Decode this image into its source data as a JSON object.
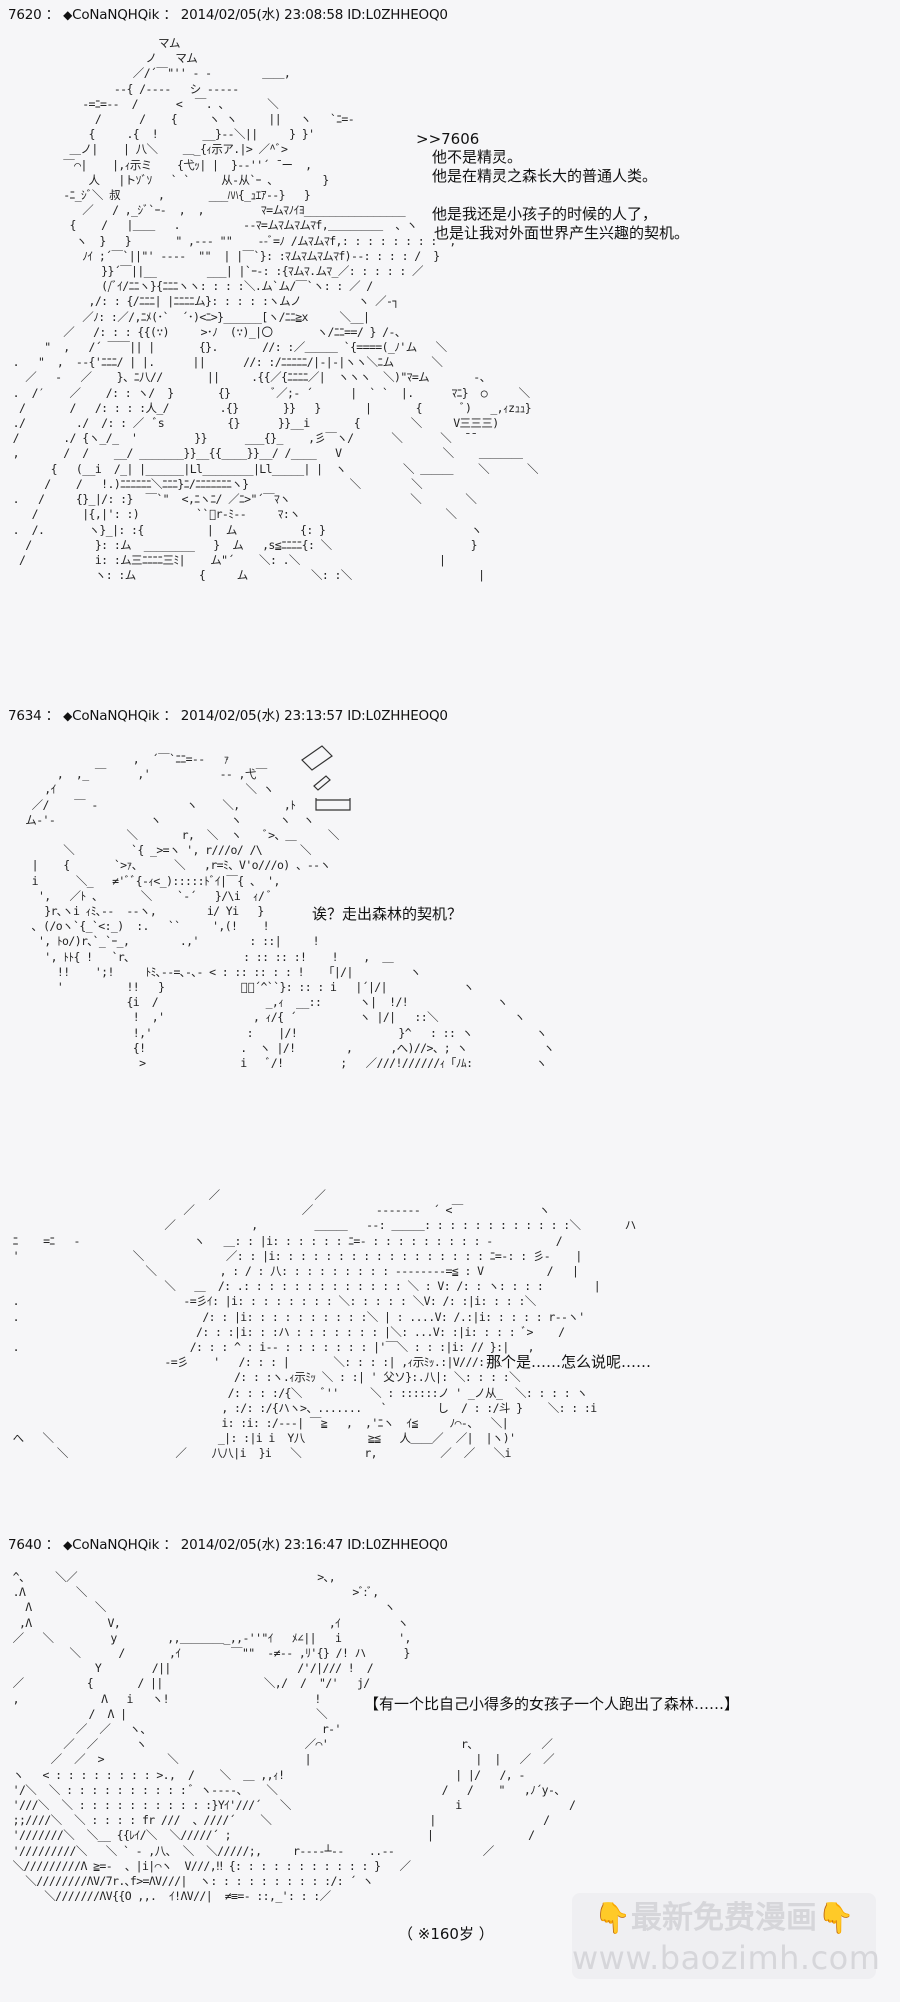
{
  "posts": [
    {
      "number": "7620",
      "separator": "：",
      "trip_marker": "◆",
      "author": "CoNaNQHQik",
      "date": "2014/02/05(水) 23:08:58",
      "id": "ID:L0ZHHEOQ0",
      "dialogue": [
        {
          "text": ">>7606",
          "reply_link": true
        },
        {
          "text": "他不是精灵。"
        },
        {
          "text": "他是在精灵之森长大的普通人类。"
        },
        {
          "text": ""
        },
        {
          "text": "他是我还是小孩子的时候的人了，"
        },
        {
          "text": "也是让我对外面世界产生兴趣的契机。"
        }
      ],
      "art": "                         マム\n                       ノ   マム\n                     ／/´￣\"'' - -        ＿＿,\n                  --{ /----   シ -‐--‐\n             -=ﾆ=--  /      <  ￣. 、      ＼\n               /      /    {     ヽ ヽ     ||   ヽ   `ﾆ=-\n              {     .{  !       __}-‐＼||     } }'\n           ＿ノ|    | 八＼    ＿_{ｨ示ア.|> ／^ﾞ>\n          ￣⌒|    |,ｨ示ミ    {弋ｯ| |  }-‐''´ ̄ ー  ,\n              人   |トｿﾞｿ   ` `     从-从`ｰ 、       }\n          -ﾆ_ｼﾞ＼ 叔      ,       ___ﾊﾊ{_ｭｴｱ--}   }\n             ／   / ,_ｼﾞ`ｰ-  ,  ,         ﾏ=ムﾏﾉｲﾖ________________\n           {    /   |＿＿   .          ‐‐ﾏ=ムﾏムﾏムﾏf,＿＿＿＿＿  、ヽ\n            ヽ  }   }       \" ,--- \"\"    ‐-ﾞ=ﾉ /ムﾏムﾏf,: : : : : : : :  ,\n             ﾉｲ ;´￣`||\"' ----  \"\"  | |￣`}: :ﾏムﾏムﾏムﾏf)‐‐: : : : /  }\n                }}´￣||__        ___| |`ｰ-: :{ﾏムﾏ.ムﾏ_／: : : : : ／\n                (/ﾞｲ/ﾆﾆヽ}{ﾆﾆﾆヽヽ: : : :＼.ム`ム/￣`ヽ: : ／ /\n              ,/: : {/ﾆﾆﾆ| |ﾆﾆﾆﾆム}: : : : :ヽムノ         ヽ ／‐┐\n             ／ﾉ: :／/,ﾆﾒ(･`  ´･)<ﾆ>}______[ヽ/ﾆﾆ≧x     ＼__|\n          ／   /: : : {{(∵)     >･ﾉ  (∵)_|〇       ヽ/ﾆﾆ==/ } /‐、\n       \"  ,   /´ ￣￣|| |       {}.       //: :／＿＿＿ `{====(_ﾉ'ム   ＼\n  .   \"  ,  ‐‐{'ﾆﾆﾆ/ | |.      ||      //: :/ﾆﾆﾆﾆﾆ/|-|-|ヽヽ＼ﾆム      ＼\n    ／   ‐   ／    }、ﾆ八//       ||     .{{／{ﾆﾆﾆﾆ／|  ヽヽヽ  ＼)\"ﾏ=ム       ‐、\n  .  /′    ／    /: : ヽ/  }       {}       ﾞ／;‐ ´      |  ` `  |.      ﾏﾆ}  ○     ＼\n   /       /   /: : : :人_/        .{}       }}   }       |       {      ﾞ)   _,ｨzｭｭ}\n  ./        ./  /: : ／  ﾞs          {}      }}__i       {        ＼     V三三三)\n  /       ./ {ヽ_/_  '         }}      ___{}_    ,彡￣ヽ/      ＼      ＼  ̄ ̄\n  ,       /  /    __/ _______}}__{{____}}__/ /____   V                ＼    ＿＿＿＿\n        {   (__i  /_| |______|Ll________|Ll_____| |  ヽ         ＼ ＿＿＿    ＼      ＼\n       /    /   !.)ﾆﾆﾆﾆﾆﾆ＼ﾆﾆﾆ}ﾆ/ﾆﾆﾆﾆﾆﾆﾆヽ}                ＼        ＼\n  .   /     {}_|/: :}  ￣`\"  <,ﾆヽﾆ/ ／ﾆ>\"´￣ﾏヽ                   ＼       ＼\n     /       |{,|': :)         ``ﾞr‐ﾐ--     ﾏ:ヽ                       ＼\n  .  /.       ヽ}_|: :{          |  ム          {: }                       ヽ\n    /          }: :ム  ________   }  ム   ,s≦ﾆﾆﾆﾆ{: ＼                      }\n   /           i: :ム三ﾆﾆﾆﾆ三ﾐ|    ム\"´    ＼: .＼                      |\n               ヽ: :ム          {     ム          ＼: :＼                    |"
    },
    {
      "number": "7634",
      "separator": "：",
      "trip_marker": "◆",
      "author": "CoNaNQHQik",
      "date": "2014/02/05(水) 23:13:57",
      "id": "ID:L0ZHHEOQ0",
      "dialogue_a": "诶？走出森林的契机？",
      "dialogue_b": "那个是……怎么说呢……",
      "art_a": "                     ,  ´￣`ﾆﾆ=‐-   ｧ\n         ,  ,_ ￣     ,'           ‐- ,弋￣\n       ,ｲ                              ＼ ヽ\n     ／/    ￣ ‐              ヽ    ＼,       ,ﾄ\n    ム‐'‐               ヽ           ヽ      ヽ  ヽ\n                    ＼       r,  ＼  ヽ    ﾞ>、＿     ＼\n          ＼         `{ _>=ヽ ', r///o/ /\\      ＼\n     |    {       `>ｧ、     ＼   ,r=ﾐ、V'o///o) 、‐‐ヽ\n     i      ＼_   ≠'ﾞﾞ{‐ｨ<_):::::ﾄﾞｲ|￣{ 、 ',\n      ',   ／ﾄ 、      ＼    `‐´   }/\\i  ｨ/ ﾞ\n       }r､ヽi ｨﾐ､‐‐  ‐‐ヽ,        i/ Yi   }\n     ､ (/oヽ`{_`<:_)  :.   ``     ',(!    !\n      ', ﾄo/)r､`_`ｰ_,        .,'        : ::|     !\n       ', ﾄﾄ{ !   `r､                  : :: :: :!    !    ,  ＿\n         !!    ';!     ﾄﾐ､‐‐=､-､- < : :: :: : : !   「|/|         ヽ\n         '          !!   }            ﾞﾞ´^``}: :: : i   |´|/|            ヽ\n                    {i  /                 _,ｨ  __::      ヽ|  !/!              ヽ\n                     !  ,'              , ｨ/{ ´          ヽ |/|   ::＼            ヽ\n                     !,'               :    |/!                }^   : :: ヽ          ヽ\n                     {!               .  ヽ |/!        ,      ,へ)//>、; ヽ            ヽ\n                      >               i   ﾞ/!         ;   ／///!//////ｨ「ﾉﾑ:          ヽ",
      "art_b": "                                 ／               ／\n                             ／                 ／          -------  ´ <￣            ヽ\n                          ／            ,         ＿＿＿   -‐: ＿＿＿: : : : : : : : : : : :＼       ハ\n  ﾆ    =ﾆ   -                  ヽ   ＿: : |i: : : : : : ﾆ=‐ : : : : : : : : : -          /\n  '                  ＼             ／: : |i: : : : : : : : : : : : : : : : : ﾆ=-: : 彡‐    |\n                       ＼          , : / : 八: : : : : : : : : --------=≦ : V          /   |\n                          ＼   ＿  /: .: : : : : : : : : : : : : ＼ : V: /: : ヽ: : : :        |\n  .                          ‐=彡ｲ: |i: : : : : : : : ＼: : : : : ＼V: /: :|i: : : :＼\n  .                             /: : |i: : : : : : : : : :＼ | : ....V: /.:|i: : : : : r‐‐ヽ'\n                               /: : :|i: : :ハ : : : : : : : |＼: ...V: :|i: : : : ﾞ>    /\n  .                           /: : : ^ : i‐‐ : : : : : : : |'￣＼ : : :|i: // }:|   ,\n                          ‐=彡    '   /: : : |       ＼: : : :| ,ｨ示ﾐｯ.:|V///: ＼\n                                     /: : :ヽ.ｨ示ﾐｯ ＼ : :| ' 父ソ}:.八|: ＼: : : :＼\n                                    /: : : :/{＼   ﾞ''     ＼ : ::::::ノ ' _ノ从_  ＼: : : : ヽ\n                                   , :/: :/{ハヽ>、.......   `        し  / : :/斗 }    ＼: : :i\n                                   i: :i: :/‐‐‐| ￣≧   ,  ,'ﾆヽ  ｲ≦     ﾉ⌒‐、  ＼|\n  へ   ＼                          _|: :|i i  Y八          ≧≦   人＿＿／  ／|  |ヽ)'\n         ＼                 ／    八八|i  }i   ＼          r,          ／  ／   ＼i"
    },
    {
      "number": "7640",
      "separator": "：",
      "trip_marker": "◆",
      "author": "CoNaNQHQik",
      "date": "2014/02/05(水) 23:16:47",
      "id": "ID:L0ZHHEOQ0",
      "dialogue_a": "【有一个比自己小得多的女孩子一个人跑出了森林……】",
      "dialogue_b": "（ ※160岁 ）",
      "art": "  ^、    ＼／                                      >､,\n  .Λ        ＼                                          >ﾞ:ﾞ,\n    Λ          ＼                                            ヽ\n   ,Λ            V,                                 ,ｲ         ヽ\n  ／   ＼         y        ,,＿＿＿＿_,,-''\"ｲ   ﾒ∠||   i         ',\n           ＼      /       ,ｲ        ￣\"\"  -≠-- ,ﾘ'{} /! ハ      }\n               Y        /||                    /'/|/// !  /\n  ／          {       / ||                ＼,/  /  \"/'   j/\n  ,             Λ   i   ヽ!                       !\n              /  Λ |                              ＼\n            ／  ／   ヽ、                           r‐'\n          ／  ／      ヽ                         ／⌒'                     r、          ／\n        ／  ／  >          ＼                    |                          |  |   ／  ／\n  ヽ   < : : : : : : : : >.,  /    ＼  ＿ ,,ｨ!                           | |/   /, -\n  '/＼  ＼ : : : : : : : : : : ﾞ ヽ-‐‐-、   ＼                          /   /    \"   ,ﾉ´y‐、\n  '///＼  ＼ : : : : : : : : : : :}Yｲ'///´   ＼                          i                 /\n  ;;////＼  ＼ : : : : fr ///  、////´    ＼                         |                 /\n  '///////＼  ＼__ {{ﾚｲ/＼  ＼/////´ ;                               |               /\n  '/////////＼   ＼ ` ‐ ,八、 ＼  ＼/////;,     r‐‐‐‐┴‐‐    ..‐-              ／\n  ＼/////////Λ ≧=‐  、|i|⌒ヽ  V///,‼ {: : : : : : : : : : : }   ／\n    ＼////////ΛV/7r.､f>=ΛV///|  ヽ: : : : : : : : : :/: ´ ヽ\n       ＼///////ΛV{{O ,,.  ｲ!ΛV//|  ≠≡=‐ ::,_': : :／"
    }
  ],
  "watermark": {
    "icon_left": "pointing-hand-down",
    "icon_right": "pointing-hand-down",
    "hand_glyph": "👇",
    "line1": "最新免费漫画",
    "line2": "www.baozimh.com",
    "text_color": "#d6d6da",
    "hand_color": "#f3bb2f"
  },
  "colors": {
    "background": "#f6f6f8",
    "text": "#111111"
  }
}
